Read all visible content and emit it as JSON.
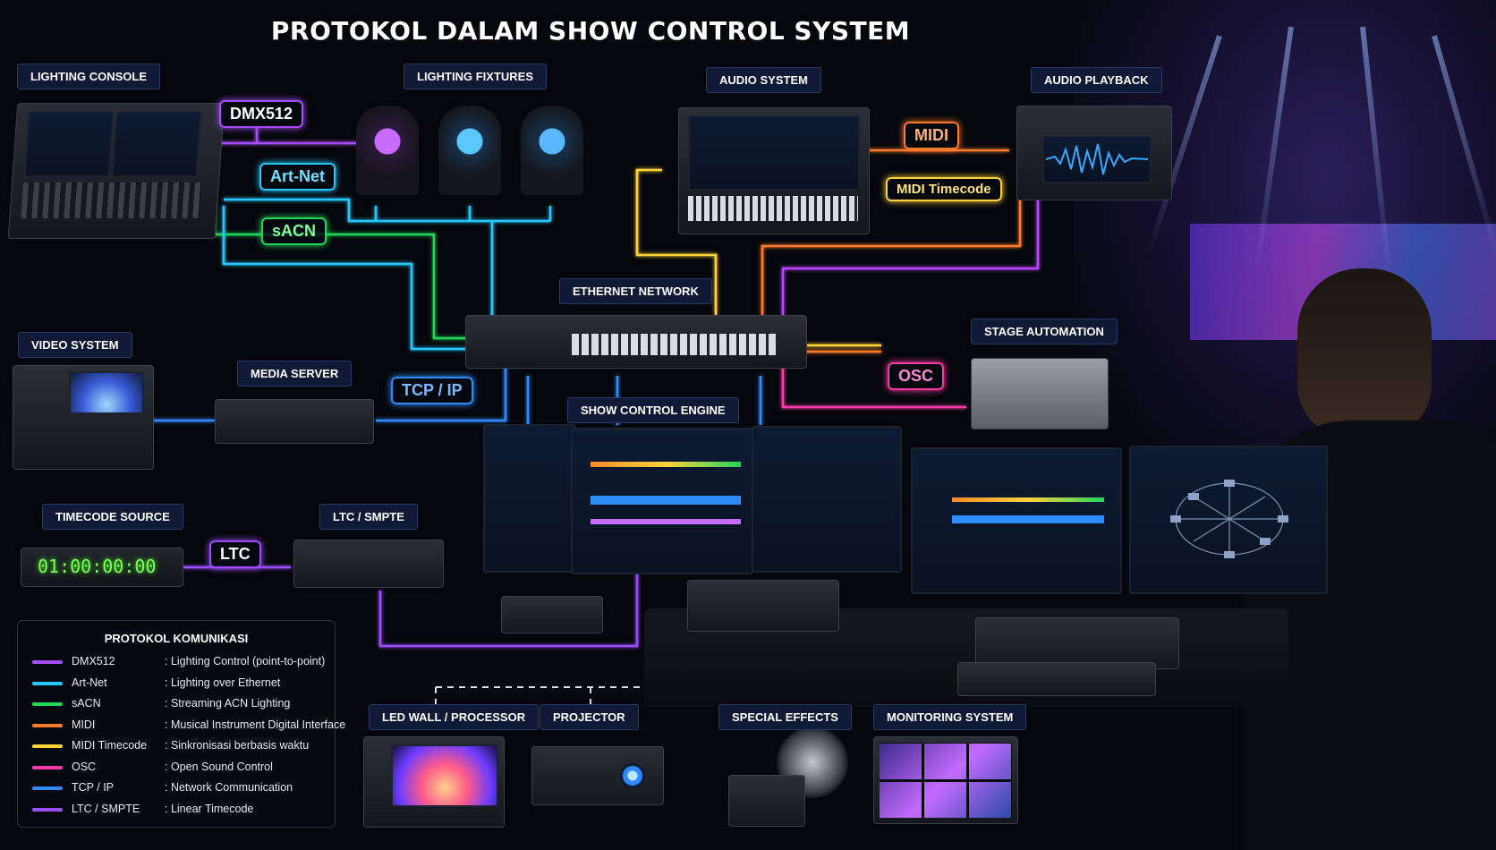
{
  "title": "PROTOKOL DALAM SHOW CONTROL SYSTEM",
  "devices": {
    "lighting_console": "LIGHTING CONSOLE",
    "lighting_fixtures": "LIGHTING FIXTURES",
    "audio_system": "AUDIO SYSTEM",
    "audio_playback": "AUDIO PLAYBACK",
    "ethernet_network": "ETHERNET NETWORK",
    "video_system": "VIDEO SYSTEM",
    "media_server": "MEDIA SERVER",
    "stage_automation": "STAGE AUTOMATION",
    "show_control_engine": "SHOW CONTROL ENGINE",
    "timecode_source": "TIMECODE SOURCE",
    "ltc_smpte": "LTC / SMPTE",
    "led_wall": "LED WALL / PROCESSOR",
    "projector": "PROJECTOR",
    "special_effects": "SPECIAL EFFECTS",
    "monitoring_system": "MONITORING SYSTEM"
  },
  "protocol_tags": {
    "dmx512": "DMX512",
    "artnet": "Art-Net",
    "sacn": "sACN",
    "midi": "MIDI",
    "midi_timecode": "MIDI Timecode",
    "osc": "OSC",
    "tcp_ip": "TCP / IP",
    "ltc": "LTC"
  },
  "timecode_display": "01:00:00:00",
  "colors": {
    "dmx512": "#a64dff",
    "artnet": "#25c8ff",
    "sacn": "#22d65a",
    "midi": "#ff7a2a",
    "midi_timecode": "#ffd23a",
    "osc": "#ff3aa8",
    "tcp_ip": "#2f8cff",
    "ltc": "#9b4dff",
    "background": "#05070c"
  },
  "legend": {
    "title": "PROTOKOL KOMUNIKASI",
    "items": [
      {
        "name": "DMX512",
        "desc": ": Lighting Control (point-to-point)",
        "color": "#a64dff"
      },
      {
        "name": "Art-Net",
        "desc": ": Lighting over Ethernet",
        "color": "#25c8ff"
      },
      {
        "name": "sACN",
        "desc": ": Streaming ACN Lighting",
        "color": "#22d65a"
      },
      {
        "name": "MIDI",
        "desc": ": Musical Instrument Digital Interface",
        "color": "#ff7a2a"
      },
      {
        "name": "MIDI Timecode",
        "desc": ": Sinkronisasi berbasis waktu",
        "color": "#ffd23a"
      },
      {
        "name": "OSC",
        "desc": ": Open Sound Control",
        "color": "#ff3aa8"
      },
      {
        "name": "TCP / IP",
        "desc": ": Network Communication",
        "color": "#2f8cff"
      },
      {
        "name": "LTC / SMPTE",
        "desc": ": Linear Timecode",
        "color": "#9b4dff"
      }
    ]
  }
}
